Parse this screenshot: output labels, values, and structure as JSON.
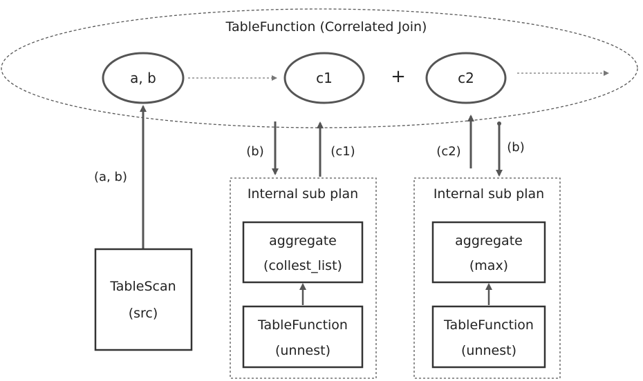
{
  "outer_group": {
    "title": "TableFunction (Correlated Join)"
  },
  "nodes": {
    "ab": "a, b",
    "c1": "c1",
    "c2": "c2",
    "plus": "+"
  },
  "edges": {
    "ab_label": "(a,  b)",
    "b_down_1": "(b)",
    "c1_up": "(c1)",
    "c2_up": "(c2)",
    "b_down_2": "(b)"
  },
  "tablescan": {
    "line1": "TableScan",
    "line2": "(src)"
  },
  "subplan_1": {
    "title": "Internal sub plan",
    "aggregate": {
      "line1": "aggregate",
      "line2": "(collest_list)"
    },
    "function": {
      "line1": "TableFunction",
      "line2": "(unnest)"
    }
  },
  "subplan_2": {
    "title": "Internal sub plan",
    "aggregate": {
      "line1": "aggregate",
      "line2": "(max)"
    },
    "function": {
      "line1": "TableFunction",
      "line2": "(unnest)"
    }
  },
  "colors": {
    "stroke": "#555555",
    "text": "#222222",
    "background": "#ffffff"
  }
}
